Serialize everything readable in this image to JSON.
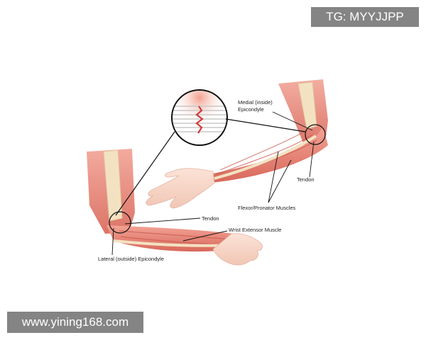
{
  "labels": {
    "medial_line1": "Medial (inside)",
    "medial_line2": "Epicondyle",
    "tendon_right": "Tendon",
    "flexor": "Flexor/Pronator Muscles",
    "tendon_left": "Tendon",
    "wrist_extensor": "Wrist Extensor Muscle",
    "lateral": "Lateral (outside) Epicondyle"
  },
  "watermarks": {
    "top_right": "TG: MYYJJPP",
    "bottom_left": "www.yining168.com"
  },
  "colors": {
    "muscle": "#e98a7d",
    "muscle_dark": "#c9584d",
    "skin": "#f6d3c4",
    "bone": "#f3e2c2",
    "line": "#111111"
  }
}
